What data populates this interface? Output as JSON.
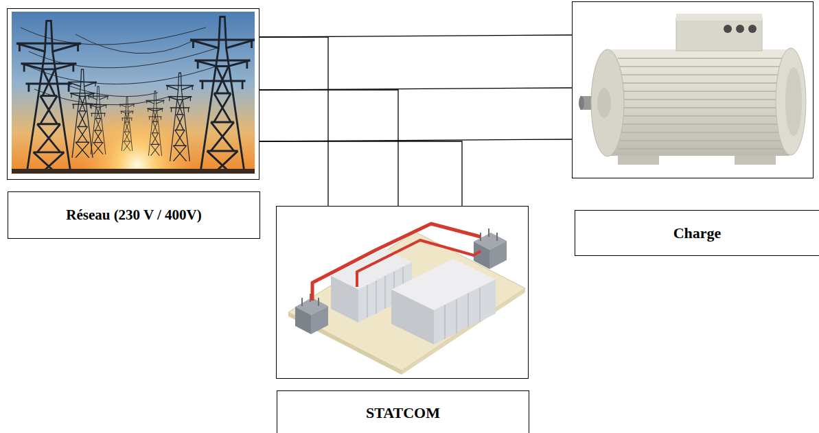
{
  "diagram": {
    "nodes": [
      {
        "text": [
          "Réseau (230 V / 400V)"
        ]
      },
      {
        "text": [
          "Charge"
        ]
      },
      {
        "text": [
          "STATCOM"
        ]
      }
    ],
    "edges": [
      {
        "from": 0,
        "to": 1,
        "arrow": "none"
      },
      {
        "from": 0,
        "to": 1,
        "arrow": "none"
      },
      {
        "from": 0,
        "to": 1,
        "arrow": "none"
      },
      {
        "from": 0,
        "to": 2,
        "arrow": "none"
      },
      {
        "from": 0,
        "to": 2,
        "arrow": "none"
      },
      {
        "from": 0,
        "to": 2,
        "arrow": "none"
      }
    ]
  }
}
